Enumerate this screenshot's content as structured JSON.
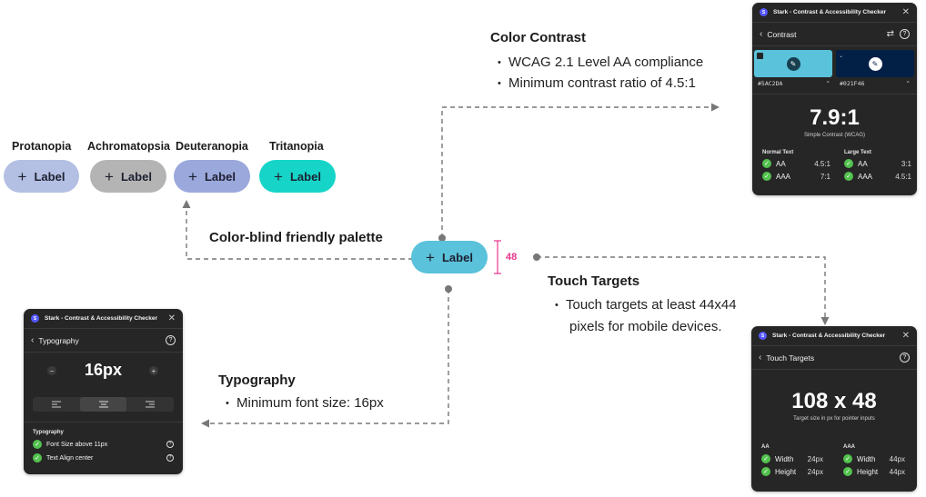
{
  "colorblind": {
    "heading": "Color-blind friendly palette",
    "label": "Label",
    "variants": [
      {
        "name": "Protanopia",
        "color": "#b3bfe3"
      },
      {
        "name": "Achromatopsia",
        "color": "#b4b4b4"
      },
      {
        "name": "Deuteranopia",
        "color": "#9aa8dc"
      },
      {
        "name": "Tritanopia",
        "color": "#16d5c8"
      }
    ]
  },
  "center_button": {
    "label": "Label",
    "color": "#5ac2da",
    "height_label": "48"
  },
  "color_contrast": {
    "heading": "Color Contrast",
    "bullets": [
      "WCAG 2.1 Level AA compliance",
      "Minimum contrast ratio of 4.5:1"
    ]
  },
  "touch_targets": {
    "heading": "Touch Targets",
    "bullets": [
      "Touch targets at least 44x44",
      "pixels for mobile devices."
    ]
  },
  "typography": {
    "heading": "Typography",
    "bullets": [
      "Minimum font size: 16px"
    ]
  },
  "app_name": "Stark - Contrast & Accessibility Checker",
  "contrast_panel": {
    "title": "Contrast",
    "fg_hex": "#5AC2DA",
    "bg_hex": "#021F46",
    "fg_color": "#5ac2da",
    "bg_color": "#021f46",
    "ratio": "7.9:1",
    "ratio_caption": "Simple Contrast (WCAG)",
    "normal_text": {
      "label": "Normal Text",
      "rows": [
        {
          "level": "AA",
          "value": "4.5:1"
        },
        {
          "level": "AAA",
          "value": "7:1"
        }
      ]
    },
    "large_text": {
      "label": "Large Text",
      "rows": [
        {
          "level": "AA",
          "value": "3:1"
        },
        {
          "level": "AAA",
          "value": "4.5:1"
        }
      ]
    }
  },
  "touch_panel": {
    "title": "Touch Targets",
    "size": "108 x 48",
    "caption": "Target size in px for pointer inputs",
    "aa": {
      "label": "AA",
      "rows": [
        {
          "name": "Width",
          "value": "24px"
        },
        {
          "name": "Height",
          "value": "24px"
        }
      ]
    },
    "aaa": {
      "label": "AAA",
      "rows": [
        {
          "name": "Width",
          "value": "44px"
        },
        {
          "name": "Height",
          "value": "44px"
        }
      ]
    }
  },
  "typography_panel": {
    "title": "Typography",
    "font_size": "16px",
    "minus": "−",
    "plus": "+",
    "section_label": "Typography",
    "checks": [
      "Font Size above 11px",
      "Text Align center"
    ]
  }
}
